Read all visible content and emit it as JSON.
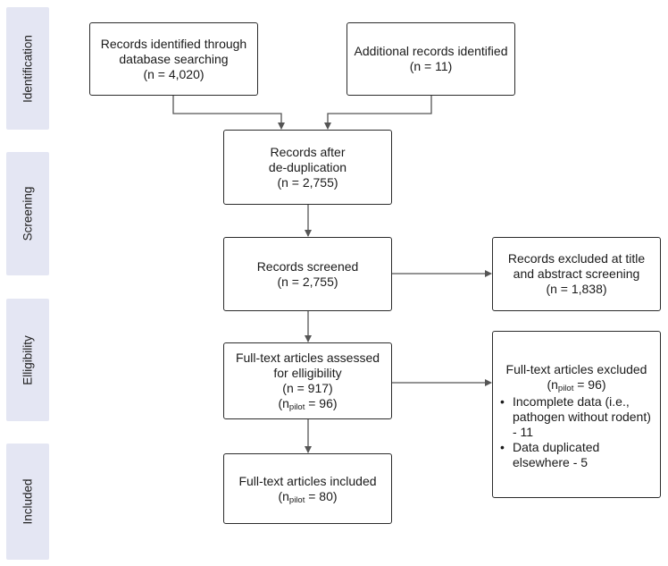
{
  "phases": {
    "identification": "Identification",
    "screening": "Screening",
    "elligibility": "Elligibility",
    "included": "Included"
  },
  "boxes": {
    "database": {
      "line1": "Records identified through",
      "line2": "database searching",
      "line3": "(n = 4,020)"
    },
    "additional": {
      "line1": "Additional records identified",
      "line2": "(n = 11)"
    },
    "dedup": {
      "line1": "Records after",
      "line2": "de-duplication",
      "line3": "(n = 2,755)"
    },
    "screened": {
      "line1": "Records screened",
      "line2": "(n = 2,755)"
    },
    "excluded_title": {
      "line1": "Records excluded at title",
      "line2": "and abstract screening",
      "line3": "(n = 1,838)"
    },
    "fulltext_assessed": {
      "line1": "Full-text articles assessed",
      "line2": "for elligibility",
      "line3": "(n = 917)",
      "pilot_prefix": "(n",
      "pilot_sub": "pilot",
      "pilot_suffix": " = 96)"
    },
    "fulltext_excluded": {
      "title": "Full-text articles excluded",
      "pilot_prefix": "(n",
      "pilot_sub": "pilot",
      "pilot_suffix": " = 96)",
      "bullets": [
        {
          "line1": "Incomplete data (i.e.,",
          "line2": "pathogen without rodent)",
          "line3": "- 11"
        },
        {
          "line1": "Data duplicated",
          "line2": "elsewhere - 5"
        }
      ]
    },
    "included": {
      "line1": "Full-text articles included",
      "pilot_prefix": "(n",
      "pilot_sub": "pilot",
      "pilot_suffix": " = 80)"
    }
  },
  "colors": {
    "phase_bg": "#e4e6f3",
    "stroke": "#2b2b2b",
    "connector": "#555555"
  }
}
